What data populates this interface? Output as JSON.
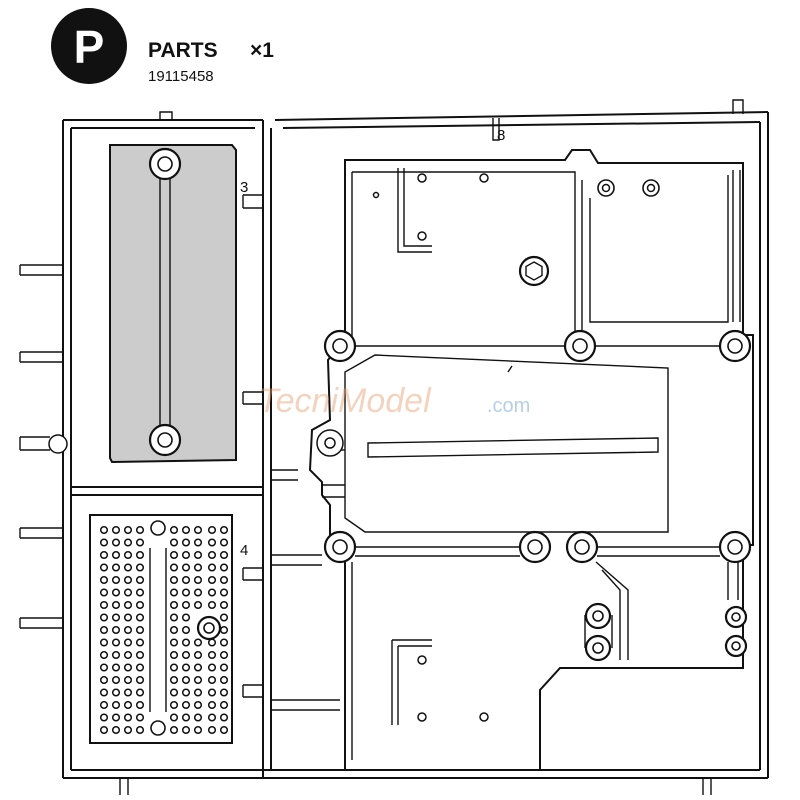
{
  "header": {
    "badge_letter": "P",
    "title": "PARTS",
    "multiplier": "×1",
    "part_code": "19115458"
  },
  "parts": {
    "part_3_number": "3",
    "part_4_number": "4",
    "part_8_number": "8"
  },
  "watermark": {
    "text_main": "TecniModel",
    "text_suffix": ".com",
    "color_main": "#e8a070",
    "color_suffix": "#7aa8d8"
  },
  "colors": {
    "line": "#111111",
    "panel_fill": "#cccccc",
    "badge_fill": "#111111"
  }
}
